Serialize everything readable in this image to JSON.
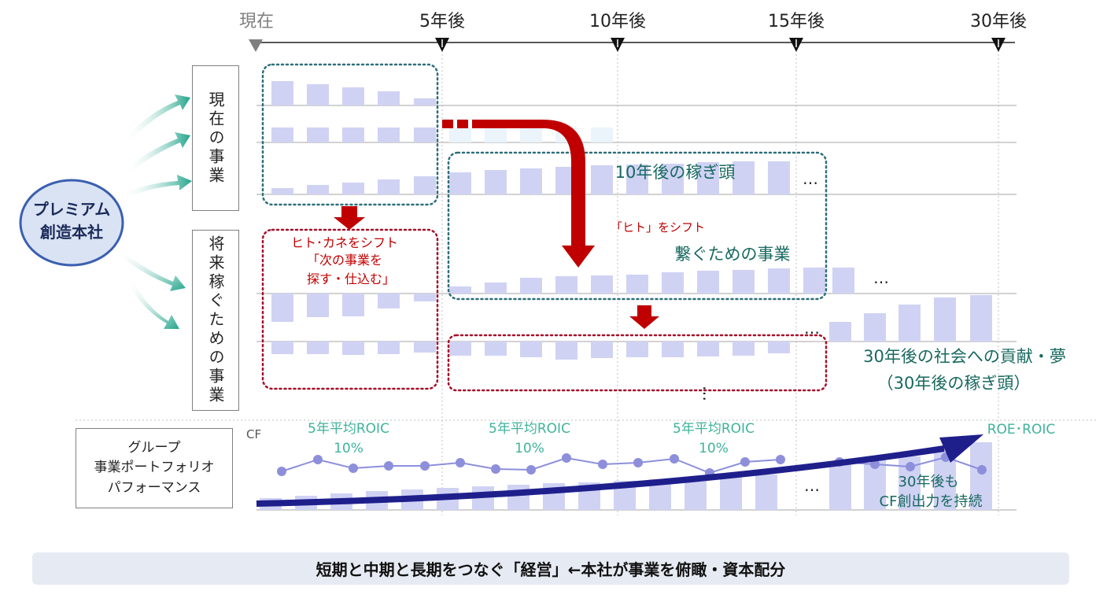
{
  "timeline": {
    "labels": [
      {
        "key": "now",
        "text": "現在",
        "color": "#7f7f7f"
      },
      {
        "key": "y5",
        "text": "5年後",
        "color": "#222222"
      },
      {
        "key": "y10",
        "text": "10年後",
        "color": "#222222"
      },
      {
        "key": "y15",
        "text": "15年後",
        "color": "#222222"
      },
      {
        "key": "y30",
        "text": "30年後",
        "color": "#222222"
      }
    ]
  },
  "premium": {
    "line1": "プレミアム",
    "line2": "創造本社"
  },
  "groups": {
    "current": "現在の事業",
    "future": "将来稼ぐための事業"
  },
  "performance": {
    "line1": "グループ",
    "line2": "事業ポートフォリオ",
    "line3": "パフォーマンス"
  },
  "annotations": {
    "shift_money_1": "ヒト･カネをシフト",
    "shift_money_2": "「次の事業を",
    "shift_money_3": "探す・仕込む」",
    "shift_people": "「ヒト」をシフト",
    "earner_10": "10年後の稼ぎ頭",
    "bridge": "繋ぐための事業",
    "goal_30_line1": "30年後の社会への貢献・夢",
    "goal_30_line2": "（30年後の稼ぎ頭）",
    "roic_1a": "5年平均ROIC",
    "roic_1b": "10%",
    "roic_2a": "5年平均ROIC",
    "roic_2b": "10%",
    "roic_3a": "5年平均ROIC",
    "roic_3b": "10%",
    "cf_label": "CF",
    "roe_roic": "ROE･ROIC",
    "cf_sustain_1": "30年後も",
    "cf_sustain_2": "CF創出力を持続",
    "ellipsis": "…"
  },
  "bottom_message": "短期と中期と長期をつなぐ「経営」←本社が事業を俯瞰・資本配分",
  "colors": {
    "bar": "#d0d2f4",
    "bar_faded": "#eaf4fa",
    "roic_line": "#8d8fdb",
    "red_arrow": "#c00000",
    "teal_text": "#17695f",
    "green_text": "#3fb39b",
    "navy_arrow": "#1f1f8c",
    "premium_fill": "#dae3f3",
    "premium_border": "#3a5fb0"
  }
}
